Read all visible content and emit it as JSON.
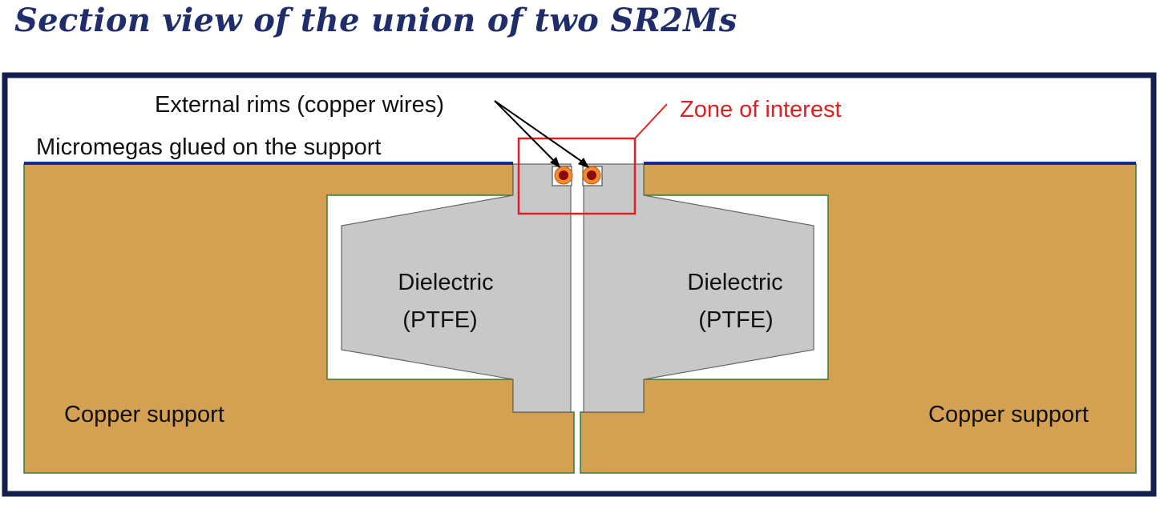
{
  "title": "Section view of the union of two SR2Ms",
  "labels": {
    "external_rims": "External rims (copper wires)",
    "zone_of_interest": "Zone of interest",
    "micromegas": "Micromegas glued on the support",
    "dielectric_left_line1": "Dielectric",
    "dielectric_left_line2": "(PTFE)",
    "dielectric_right_line1": "Dielectric",
    "dielectric_right_line2": "(PTFE)",
    "copper_support_left": "Copper support",
    "copper_support_right": "Copper support"
  },
  "colors": {
    "title": "#1f2d6b",
    "frame": "#13204e",
    "copper": "#d4a052",
    "dielectric": "#c8c8c8",
    "micromegas_line": "#1a2a8c",
    "zone_box": "#e02020",
    "zone_text": "#e02020",
    "wire_core": "#8b0a0a",
    "wire_ring": "#f28a2e"
  }
}
